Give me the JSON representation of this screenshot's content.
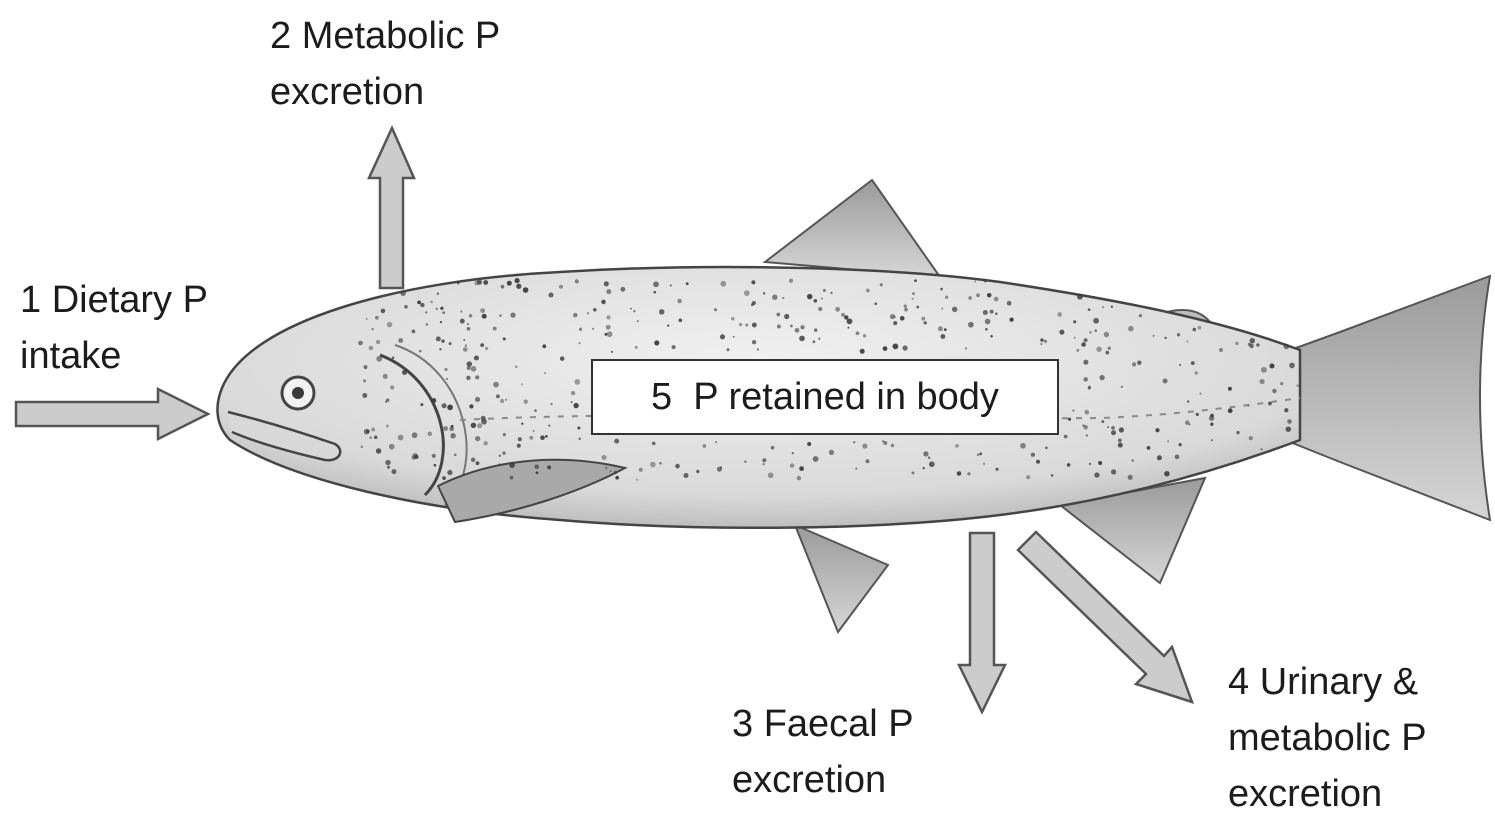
{
  "colors": {
    "arrow_fill": "#cccccc",
    "arrow_stroke": "#555555",
    "fish_body": "#e6e6e6",
    "spots": "#3a3a3a"
  },
  "icons": {
    "subject": "trout-illustration",
    "flow_marker": "arrow"
  },
  "labels": {
    "dietary_intake": {
      "line1": "1 Dietary P",
      "line2": "intake"
    },
    "metabolic_excretion": {
      "line1": "2 Metabolic P",
      "line2": "excretion"
    },
    "faecal_excretion": {
      "line1": "3 Faecal P",
      "line2": "excretion"
    },
    "urinary_excretion": {
      "line1": "4 Urinary &",
      "line2": "metabolic P",
      "line3": "excretion"
    },
    "retained": "5  P retained in body"
  }
}
